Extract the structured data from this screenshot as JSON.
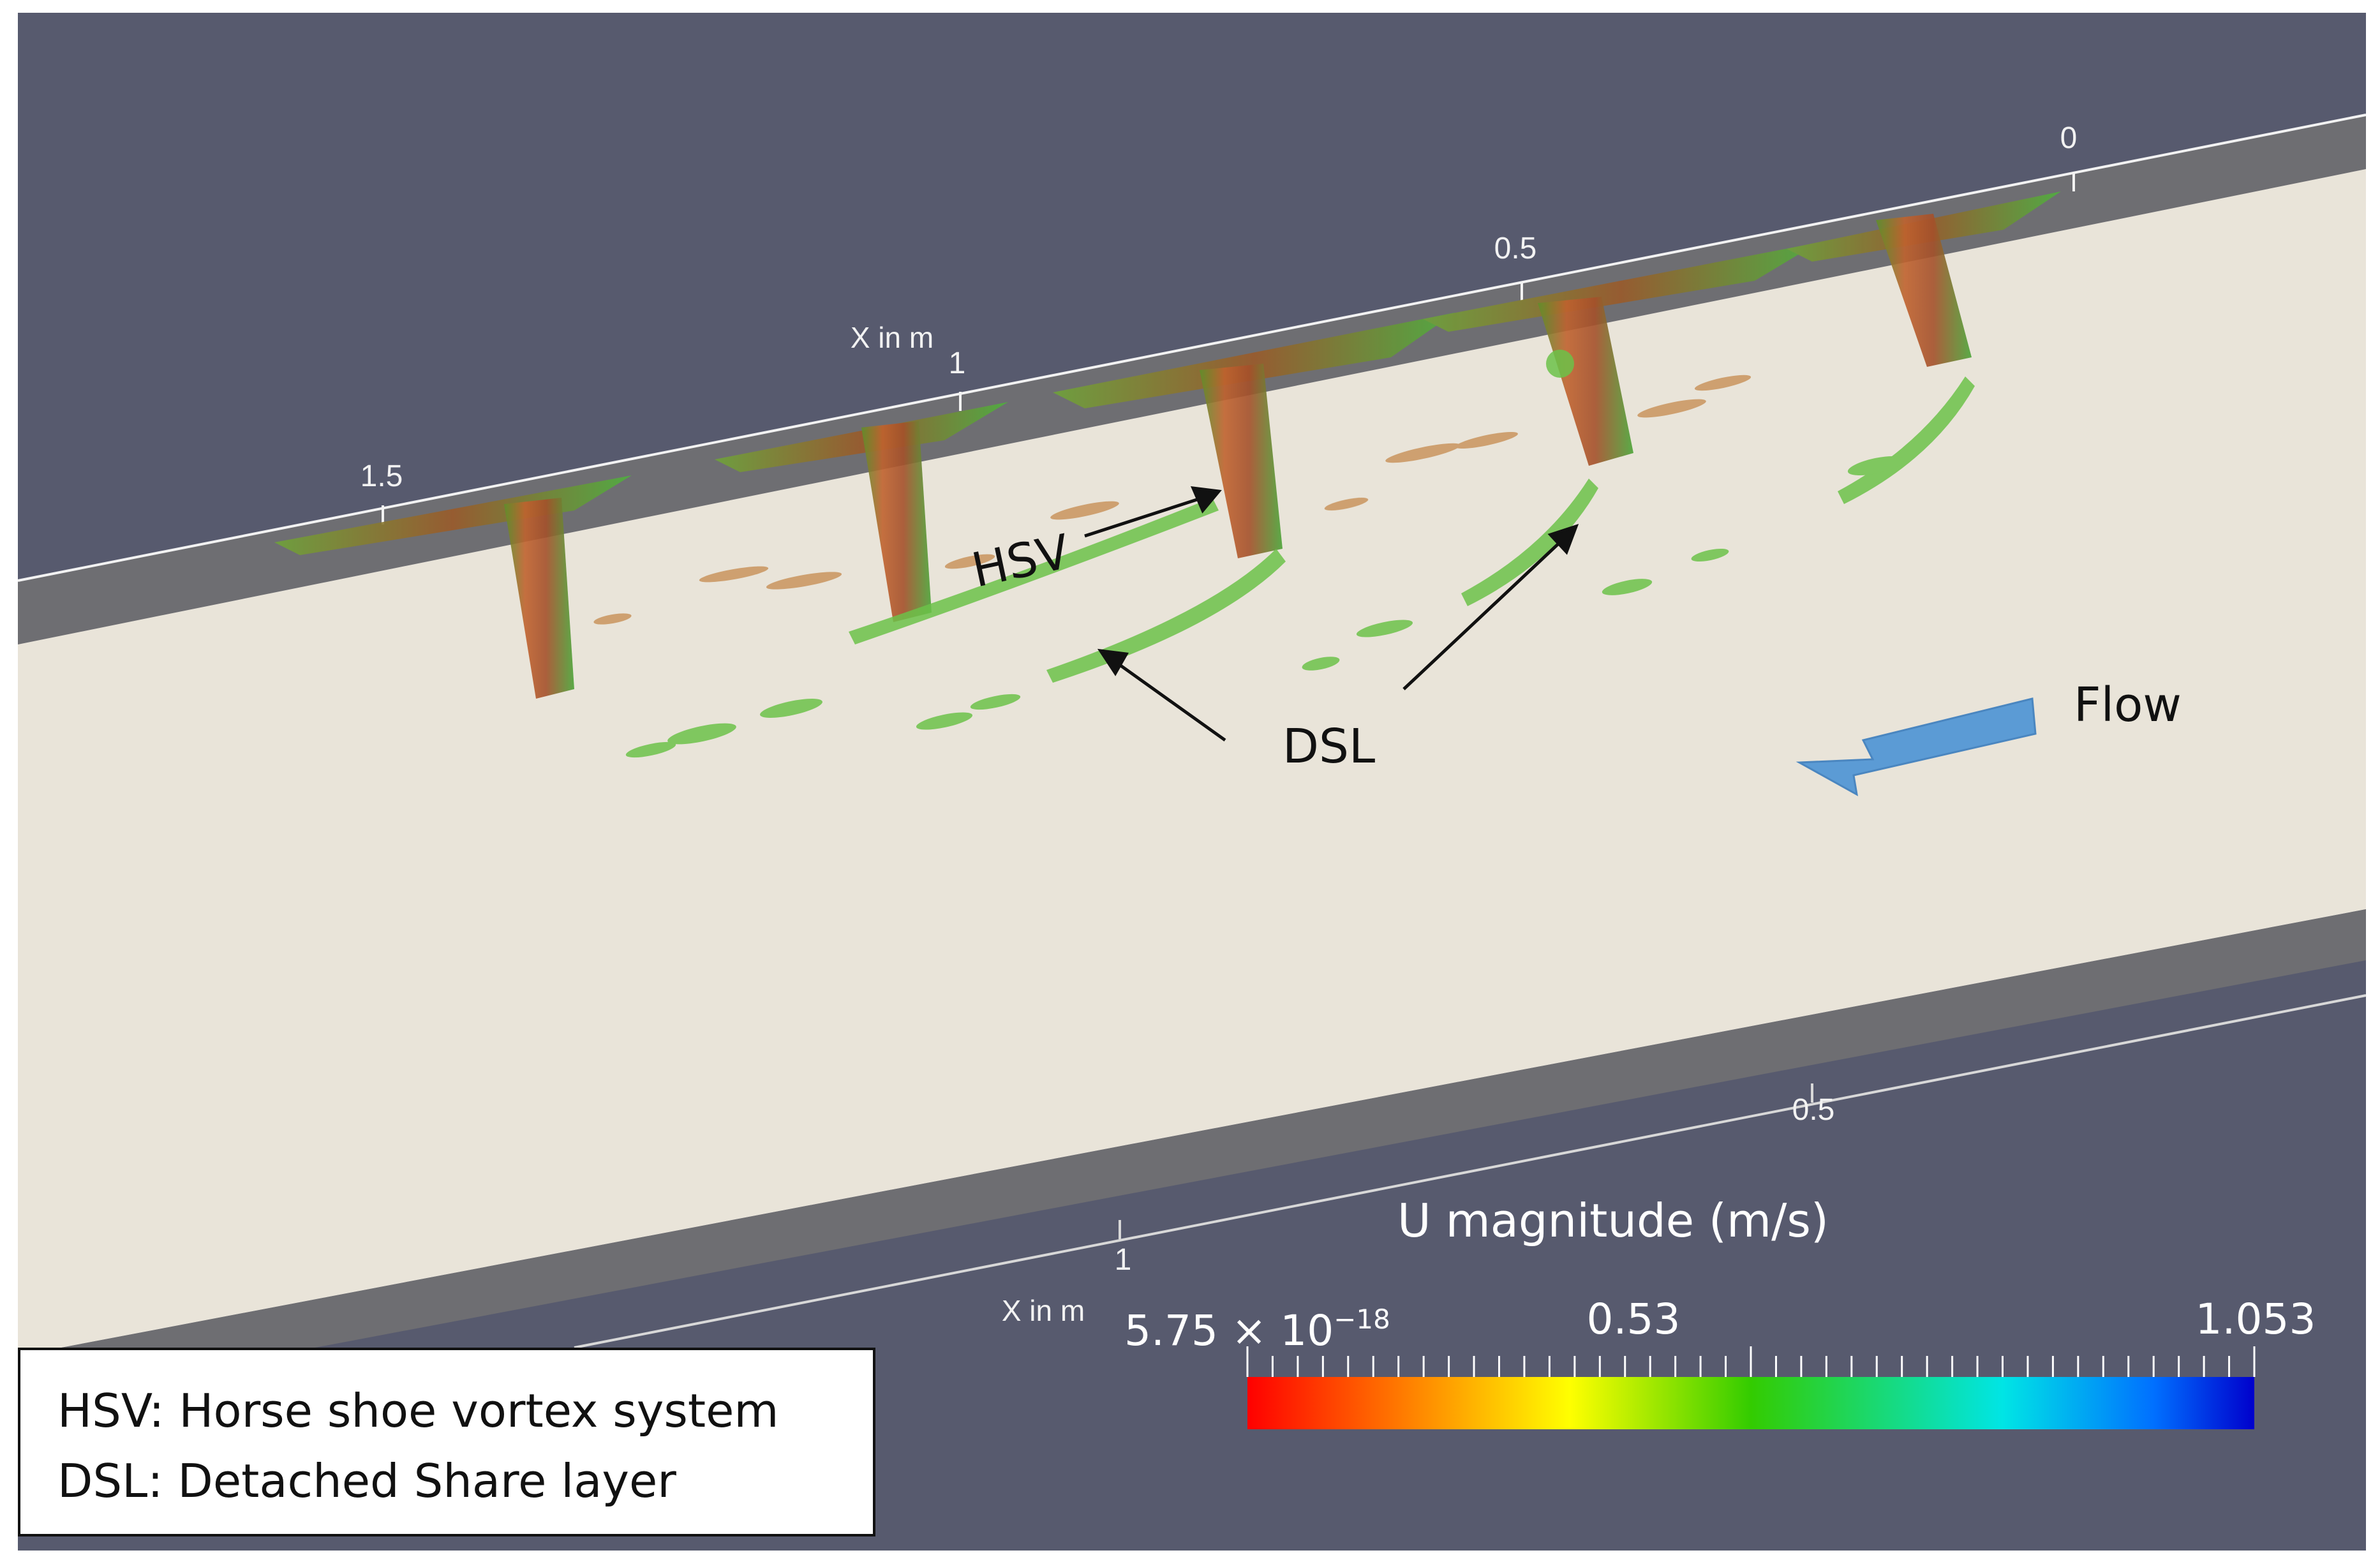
{
  "axis_top": {
    "title": "X in m",
    "ticks": [
      "1.5",
      "1",
      "0.5",
      "0"
    ]
  },
  "axis_bottom": {
    "title": "X in m",
    "ticks": [
      "1",
      "0.5"
    ]
  },
  "annotations": {
    "hsv": "HSV",
    "dsl": "DSL",
    "flow": "Flow"
  },
  "colorbar": {
    "title": "U magnitude (m/s)",
    "min_label_base": "5.75 × 10",
    "min_label_exp": "−18",
    "mid_label": "0.53",
    "max_label": "1.053",
    "range": [
      5.75e-18,
      1.053
    ],
    "colormap": [
      "#ff0000",
      "#ff9900",
      "#ffff00",
      "#33cc00",
      "#00e5e5",
      "#0050ff",
      "#0000cc"
    ]
  },
  "legend": {
    "line1": "HSV: Horse shoe vortex system",
    "line2": "DSL: Detached Share layer"
  },
  "colors": {
    "background": "#575a6e",
    "channel_bed": "#e9e4d9",
    "wall_gray": "#6e6e72",
    "flow_arrow": "#5b9bd5"
  }
}
